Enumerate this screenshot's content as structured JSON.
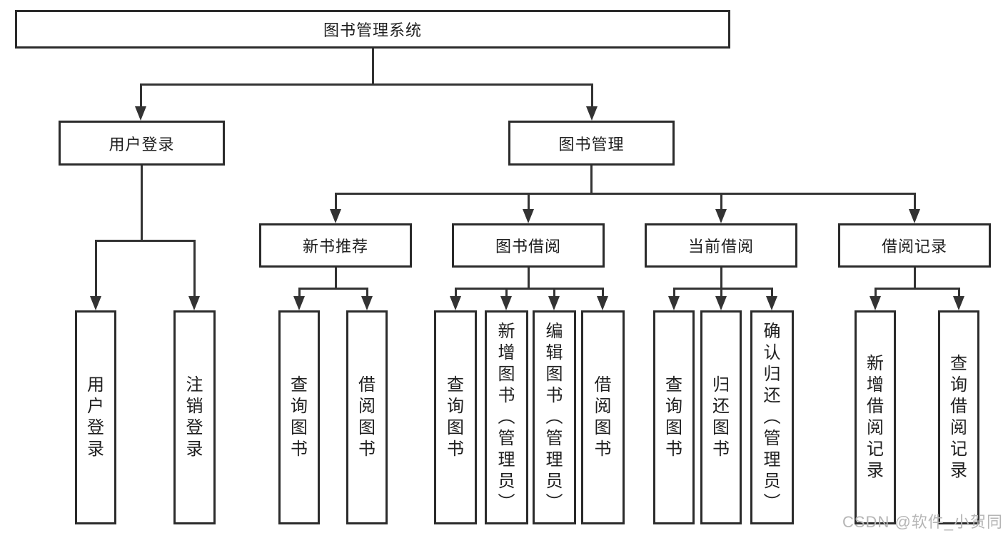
{
  "colors": {
    "line": "#333333",
    "box_border": "#2b2b2b",
    "text": "#1f1f1f",
    "watermark": "#b5b5b5"
  },
  "watermark": "CSDN @软件_小贺同学",
  "diagram": {
    "type": "hierarchy-tree",
    "root": "图书管理系统",
    "level2": {
      "user_login": "用户登录",
      "book_mgmt": "图书管理"
    },
    "level3": {
      "new_book_rec": "新书推荐",
      "book_borrow": "图书借阅",
      "current_borrow": "当前借阅",
      "borrow_records": "借阅记录"
    },
    "leaves": {
      "user_login": [
        "用户登录",
        "注销登录"
      ],
      "new_book_rec": [
        "查询图书",
        "借阅图书"
      ],
      "book_borrow": [
        "查询图书",
        "新增图书（管理员）",
        "编辑图书（管理员）",
        "借阅图书"
      ],
      "current_borrow": [
        "查询图书",
        "归还图书",
        "确认归还（管理员）"
      ],
      "borrow_records": [
        "新增借阅记录",
        "查询借阅记录"
      ]
    }
  }
}
